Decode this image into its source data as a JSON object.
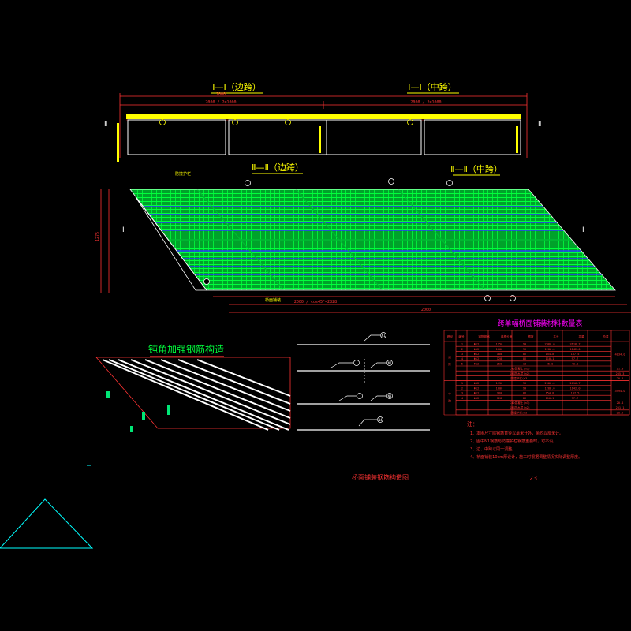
{
  "drawing": {
    "section_I_edge_title": "Ⅰ—Ⅰ（边跨）",
    "section_I_mid_title": "Ⅰ—Ⅰ（中跨）",
    "section_II_edge_title": "Ⅱ—Ⅱ（边跨）",
    "section_II_mid_title": "Ⅱ—Ⅱ（中跨）",
    "section_mark_I": "Ⅰ",
    "section_mark_II": "Ⅱ",
    "detail_title": "钝角加强钢筋构造",
    "table_title": "一跨单幅桥面铺装材料数量表",
    "notes_label": "注：",
    "notes": [
      "1、本图尺寸除钢筋直径以毫米计外，余均以厘米计。",
      "2、图中N1钢筋与防撞护栏钢筋重叠时，可不设。",
      "3、边、中跨以同一调整。",
      "4、桥面铺装10cm厚设计，施工时根据调整情况实际调整厚度。"
    ],
    "footer_title": "桥面铺装钢筋构造图",
    "sheet_number": "23",
    "table": {
      "headers": [
        "跨径",
        "编号",
        "钢筋规格",
        "单根长度",
        "根数",
        "共长",
        "共重",
        "总重"
      ],
      "groups": [
        {
          "label": "边跨",
          "rows": [
            [
              "1",
              "Φ12",
              "1250",
              "99",
              "2980.0",
              "2616.7"
            ],
            [
              "2",
              "Φ12",
              "1300",
              "99",
              "1286.0",
              "1142.0"
            ],
            [
              "3",
              "Φ12",
              "180",
              "86",
              "154.8",
              "137.5"
            ],
            [
              "4",
              "Φ12",
              "128",
              "86",
              "110.1",
              "97.7"
            ],
            [
              "5",
              "Φ12",
              "250",
              "18",
              "45.0",
              "40.0"
            ]
          ],
          "total": "4034.0",
          "extras": [
            [
              "C40混凝土(m3)",
              "21.0"
            ],
            [
              "SBS防水层(m2)",
              "205.3"
            ],
            [
              "防撞护栏(m3)",
              "20.8"
            ]
          ]
        },
        {
          "label": "中跨",
          "rows": [
            [
              "1",
              "Φ12",
              "1250",
              "99",
              "2980.0",
              "2616.7"
            ],
            [
              "2",
              "Φ12",
              "1300",
              "99",
              "1286.0",
              "1142.0"
            ],
            [
              "3",
              "Φ12",
              "180",
              "86",
              "154.8",
              "137.5"
            ],
            [
              "4",
              "Φ12",
              "128",
              "86",
              "110.1",
              "97.7"
            ]
          ],
          "total": "3994.0",
          "extras": [
            [
              "C40混凝土(m3)",
              "20.4"
            ],
            [
              "SBS防水层(m2)",
              "201.1"
            ],
            [
              "防撞护栏(m3)",
              "20.2"
            ]
          ]
        }
      ]
    },
    "bar_callouts": [
      "N1",
      "N2",
      "N3",
      "N4"
    ],
    "dims": {
      "top_overall": "2000",
      "top_sub": "2000 / 2=1000",
      "plan_overall": "2000",
      "plan_sub": "2000 / cos45°=2828",
      "left_total": "1275",
      "deck_label": "桥面铺装",
      "side_label": "防撞护栏"
    }
  },
  "colors": {
    "background": "#000000",
    "rebar_mesh": "#00FF3C",
    "transverse_bars": "#2A3BFF",
    "outline": "#FFFFFF",
    "dimension": "#FF3333",
    "title_yellow": "#FFFF00",
    "table_magenta": "#FF00FF",
    "detail_green": "#00E676",
    "cyan": "#00FFFF"
  }
}
